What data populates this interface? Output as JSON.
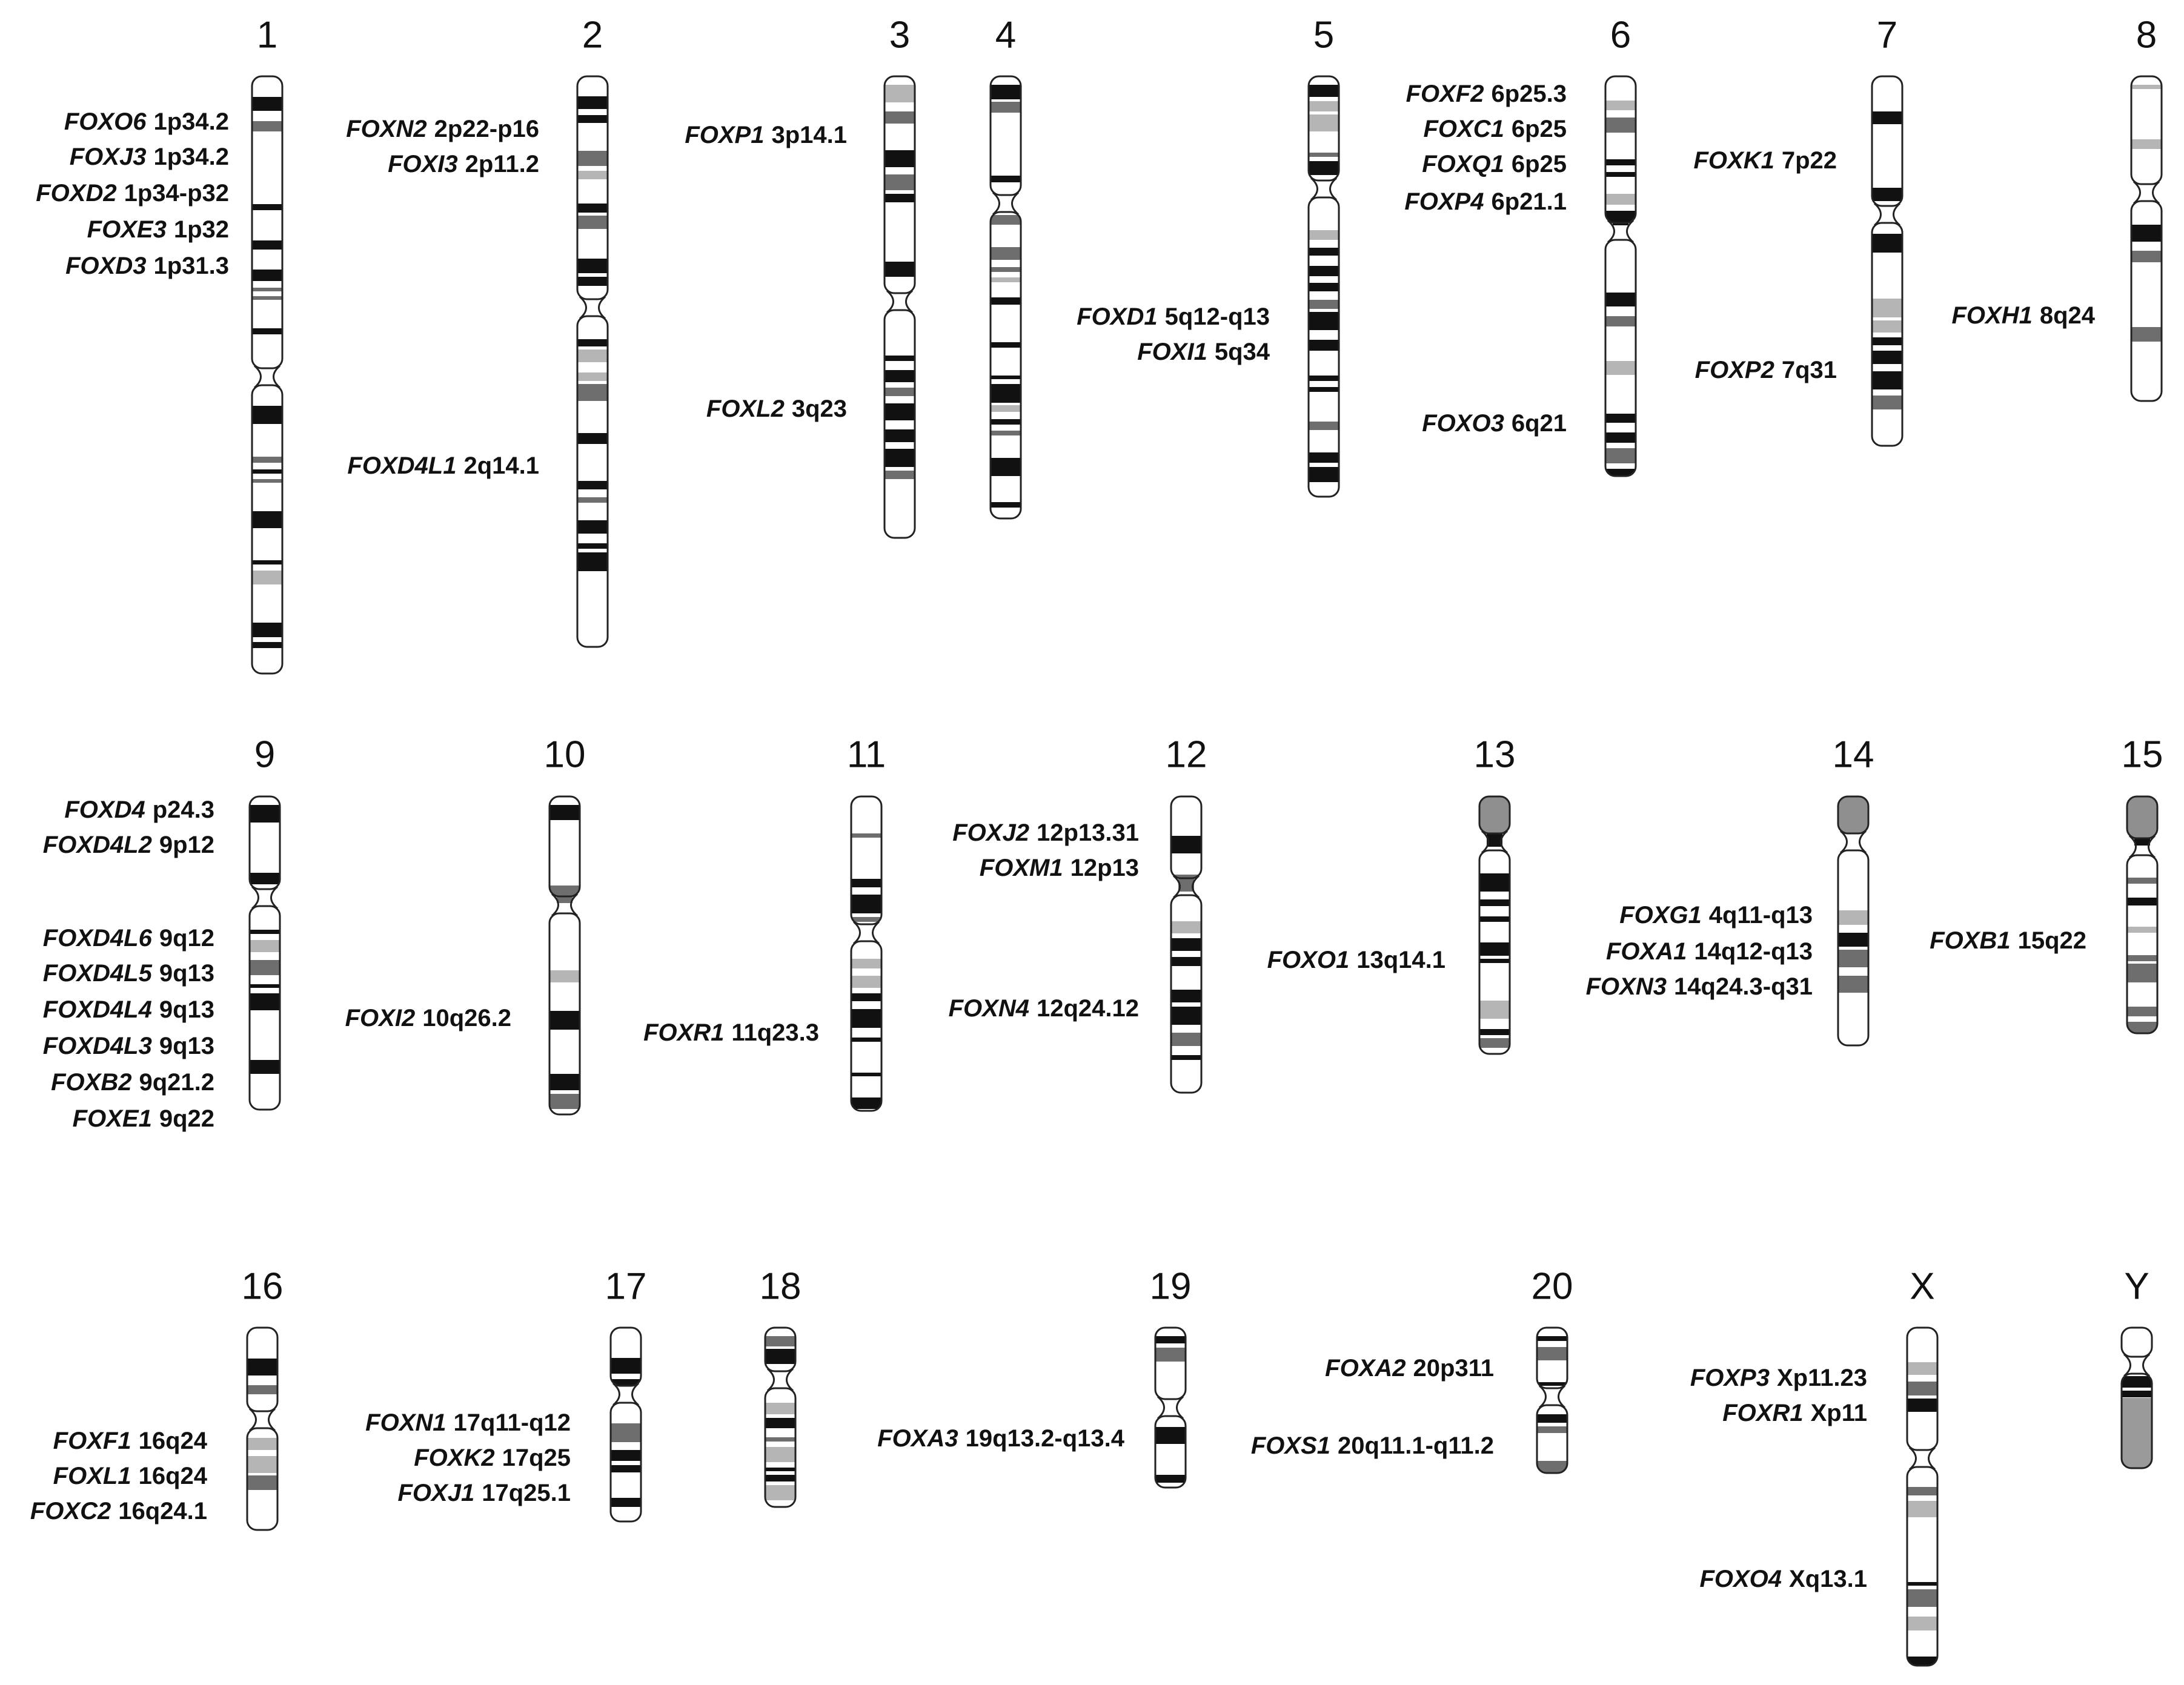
{
  "chromosomes": [
    {
      "name": "1",
      "genes": [
        {
          "gene": "FOXO6",
          "locus": "1p34.2"
        },
        {
          "gene": "FOXJ3",
          "locus": "1p34.2"
        },
        {
          "gene": "FOXD2",
          "locus": "1p34-p32"
        },
        {
          "gene": "FOXE3",
          "locus": "1p32"
        },
        {
          "gene": "FOXD3",
          "locus": "1p31.3"
        }
      ]
    },
    {
      "name": "2",
      "genes": [
        {
          "gene": "FOXN2",
          "locus": "2p22-p16"
        },
        {
          "gene": "FOXI3",
          "locus": "2p11.2"
        },
        {
          "gene": "FOXD4L1",
          "locus": "2q14.1"
        }
      ]
    },
    {
      "name": "3",
      "genes": [
        {
          "gene": "FOXP1",
          "locus": "3p14.1"
        },
        {
          "gene": "FOXL2",
          "locus": "3q23"
        }
      ]
    },
    {
      "name": "4",
      "genes": []
    },
    {
      "name": "5",
      "genes": [
        {
          "gene": "FOXD1",
          "locus": "5q12-q13"
        },
        {
          "gene": "FOXI1",
          "locus": "5q34"
        }
      ]
    },
    {
      "name": "6",
      "genes": [
        {
          "gene": "FOXF2",
          "locus": "6p25.3"
        },
        {
          "gene": "FOXC1",
          "locus": "6p25"
        },
        {
          "gene": "FOXQ1",
          "locus": "6p25"
        },
        {
          "gene": "FOXP4",
          "locus": "6p21.1"
        },
        {
          "gene": "FOXO3",
          "locus": "6q21"
        }
      ]
    },
    {
      "name": "7",
      "genes": [
        {
          "gene": "FOXK1",
          "locus": "7p22"
        },
        {
          "gene": "FOXP2",
          "locus": "7q31"
        }
      ]
    },
    {
      "name": "8",
      "genes": [
        {
          "gene": "FOXH1",
          "locus": "8q24"
        }
      ]
    },
    {
      "name": "9",
      "genes": [
        {
          "gene": "FOXD4",
          "locus": "p24.3"
        },
        {
          "gene": "FOXD4L2",
          "locus": "9p12"
        },
        {
          "gene": "FOXD4L6",
          "locus": "9q12"
        },
        {
          "gene": "FOXD4L5",
          "locus": "9q13"
        },
        {
          "gene": "FOXD4L4",
          "locus": "9q13"
        },
        {
          "gene": "FOXD4L3",
          "locus": "9q13"
        },
        {
          "gene": "FOXB2",
          "locus": "9q21.2"
        },
        {
          "gene": "FOXE1",
          "locus": "9q22"
        }
      ]
    },
    {
      "name": "10",
      "genes": [
        {
          "gene": "FOXI2",
          "locus": "10q26.2"
        }
      ]
    },
    {
      "name": "11",
      "genes": [
        {
          "gene": "FOXR1",
          "locus": "11q23.3"
        }
      ]
    },
    {
      "name": "12",
      "genes": [
        {
          "gene": "FOXJ2",
          "locus": "12p13.31"
        },
        {
          "gene": "FOXM1",
          "locus": "12p13"
        },
        {
          "gene": "FOXN4",
          "locus": "12q24.12"
        }
      ]
    },
    {
      "name": "13",
      "genes": [
        {
          "gene": "FOXO1",
          "locus": "13q14.1"
        }
      ]
    },
    {
      "name": "14",
      "genes": [
        {
          "gene": "FOXG1",
          "locus": "4q11-q13"
        },
        {
          "gene": "FOXA1",
          "locus": "14q12-q13"
        },
        {
          "gene": "FOXN3",
          "locus": "14q24.3-q31"
        }
      ]
    },
    {
      "name": "15",
      "genes": [
        {
          "gene": "FOXB1",
          "locus": "15q22"
        }
      ]
    },
    {
      "name": "16",
      "genes": [
        {
          "gene": "FOXF1",
          "locus": "16q24"
        },
        {
          "gene": "FOXL1",
          "locus": "16q24"
        },
        {
          "gene": "FOXC2",
          "locus": "16q24.1"
        }
      ]
    },
    {
      "name": "17",
      "genes": [
        {
          "gene": "FOXN1",
          "locus": "17q11-q12"
        },
        {
          "gene": "FOXK2",
          "locus": "17q25"
        },
        {
          "gene": "FOXJ1",
          "locus": "17q25.1"
        }
      ]
    },
    {
      "name": "18",
      "genes": []
    },
    {
      "name": "19",
      "genes": [
        {
          "gene": "FOXA3",
          "locus": "19q13.2-q13.4"
        }
      ]
    },
    {
      "name": "20",
      "genes": [
        {
          "gene": "FOXA2",
          "locus": "20p311"
        },
        {
          "gene": "FOXS1",
          "locus": "20q11.1-q11.2"
        }
      ]
    },
    {
      "name": "X",
      "genes": [
        {
          "gene": "FOXP3",
          "locus": "Xp11.23"
        },
        {
          "gene": "FOXR1",
          "locus": "Xp11"
        },
        {
          "gene": "FOXO4",
          "locus": "Xq13.1"
        }
      ]
    },
    {
      "name": "Y",
      "genes": []
    }
  ]
}
